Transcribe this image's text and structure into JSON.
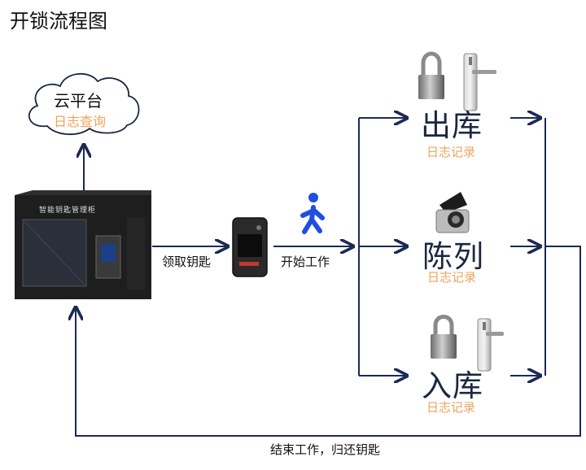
{
  "title": "开锁流程图",
  "cloud": {
    "title": "云平台",
    "subtitle": "日志查询"
  },
  "cabinet": {
    "label": "智能钥匙管理柜"
  },
  "edges": {
    "take_key": "领取钥匙",
    "start_work": "开始工作",
    "end_work": "结束工作，归还钥匙"
  },
  "stages": [
    {
      "label": "出库",
      "log": "日志记录"
    },
    {
      "label": "陈列",
      "log": "日志记录"
    },
    {
      "label": "入库",
      "log": "日志记录"
    }
  ],
  "colors": {
    "arrow": "#1b2a55",
    "log": "#f0a35a",
    "walker": "#1f4fe0"
  },
  "icons": [
    "cloud-icon",
    "key-cabinet-icon",
    "smart-key-icon",
    "walking-person-icon",
    "padlock-icon",
    "door-lock-icon",
    "round-lock-icon"
  ]
}
